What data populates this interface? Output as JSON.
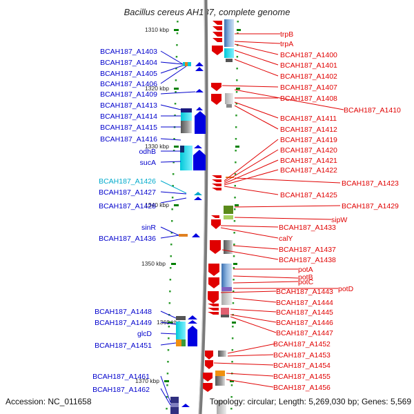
{
  "title": "Bacillus cereus AH187, complete genome",
  "footer": {
    "accession": "Accession: NC_011658",
    "topology": "Topology: circular; Length: 5,269,030 bp; Genes: 5,569"
  },
  "colors": {
    "left_label": "#0000cc",
    "highlight_label": "#00aacc",
    "right_label": "#e00000",
    "axis": "#808080",
    "scale_tick": "#008000"
  },
  "scale_ticks": [
    "1310 kbp",
    "1320 kbp",
    "1330 kbp",
    "1340 kbp",
    "1350 kbp",
    "1360 kbp",
    "1370 kbp"
  ],
  "left_labels": [
    {
      "text": "BCAH187_A1403",
      "color": "#0000cc"
    },
    {
      "text": "BCAH187_A1404",
      "color": "#0000cc"
    },
    {
      "text": "BCAH187_A1405",
      "color": "#0000cc"
    },
    {
      "text": "BCAH187_A1406",
      "color": "#0000cc"
    },
    {
      "text": "BCAH187_A1409",
      "color": "#0000cc"
    },
    {
      "text": "BCAH187_A1413",
      "color": "#0000cc"
    },
    {
      "text": "BCAH187_A1414",
      "color": "#0000cc"
    },
    {
      "text": "BCAH187_A1415",
      "color": "#0000cc"
    },
    {
      "text": "BCAH187_A1416",
      "color": "#0000cc"
    },
    {
      "text": "odhB",
      "color": "#0000cc"
    },
    {
      "text": "sucA",
      "color": "#0000cc"
    },
    {
      "text": "BCAH187_A1426",
      "color": "#00aacc"
    },
    {
      "text": "BCAH187_A1427",
      "color": "#0000cc"
    },
    {
      "text": "BCAH187_A1428",
      "color": "#0000cc"
    },
    {
      "text": "sinR",
      "color": "#0000cc"
    },
    {
      "text": "BCAH187_A1436",
      "color": "#0000cc"
    },
    {
      "text": "BCAH187_A1448",
      "color": "#0000cc"
    },
    {
      "text": "BCAH187_A1449",
      "color": "#0000cc"
    },
    {
      "text": "glcD",
      "color": "#0000cc"
    },
    {
      "text": "BCAH187_A1451",
      "color": "#0000cc"
    },
    {
      "text": "BCAH187_A1461",
      "color": "#0000cc"
    },
    {
      "text": "BCAH187_A1462",
      "color": "#0000cc"
    }
  ],
  "right_labels": [
    {
      "text": "trpB",
      "color": "#e00000"
    },
    {
      "text": "trpA",
      "color": "#e00000"
    },
    {
      "text": "BCAH187_A1400",
      "color": "#e00000"
    },
    {
      "text": "BCAH187_A1401",
      "color": "#e00000"
    },
    {
      "text": "BCAH187_A1402",
      "color": "#e00000"
    },
    {
      "text": "BCAH187_A1407",
      "color": "#e00000"
    },
    {
      "text": "BCAH187_A1408",
      "color": "#e00000"
    },
    {
      "text": "BCAH187_A1410",
      "color": "#e00000"
    },
    {
      "text": "BCAH187_A1411",
      "color": "#e00000"
    },
    {
      "text": "BCAH187_A1412",
      "color": "#e00000"
    },
    {
      "text": "BCAH187_A1419",
      "color": "#e00000"
    },
    {
      "text": "BCAH187_A1420",
      "color": "#e00000"
    },
    {
      "text": "BCAH187_A1421",
      "color": "#e00000"
    },
    {
      "text": "BCAH187_A1422",
      "color": "#e00000"
    },
    {
      "text": "BCAH187_A1423",
      "color": "#e00000"
    },
    {
      "text": "BCAH187_A1425",
      "color": "#e00000"
    },
    {
      "text": "BCAH187_A1429",
      "color": "#e00000"
    },
    {
      "text": "sipW",
      "color": "#e00000"
    },
    {
      "text": "BCAH187_A1433",
      "color": "#e00000"
    },
    {
      "text": "calY",
      "color": "#e00000"
    },
    {
      "text": "BCAH187_A1437",
      "color": "#e00000"
    },
    {
      "text": "BCAH187_A1438",
      "color": "#e00000"
    },
    {
      "text": "potA",
      "color": "#e00000"
    },
    {
      "text": "potB",
      "color": "#e00000"
    },
    {
      "text": "potC",
      "color": "#e00000"
    },
    {
      "text": "potD",
      "color": "#e00000"
    },
    {
      "text": "BCAH187_A1443",
      "color": "#e00000"
    },
    {
      "text": "BCAH187_A1444",
      "color": "#e00000"
    },
    {
      "text": "BCAH187_A1445",
      "color": "#e00000"
    },
    {
      "text": "BCAH187_A1446",
      "color": "#e00000"
    },
    {
      "text": "BCAH187_A1447",
      "color": "#e00000"
    },
    {
      "text": "BCAH187_A1452",
      "color": "#e00000"
    },
    {
      "text": "BCAH187_A1453",
      "color": "#e00000"
    },
    {
      "text": "BCAH187_A1454",
      "color": "#e00000"
    },
    {
      "text": "BCAH187_A1455",
      "color": "#e00000"
    },
    {
      "text": "BCAH187_A1456",
      "color": "#e00000"
    }
  ]
}
